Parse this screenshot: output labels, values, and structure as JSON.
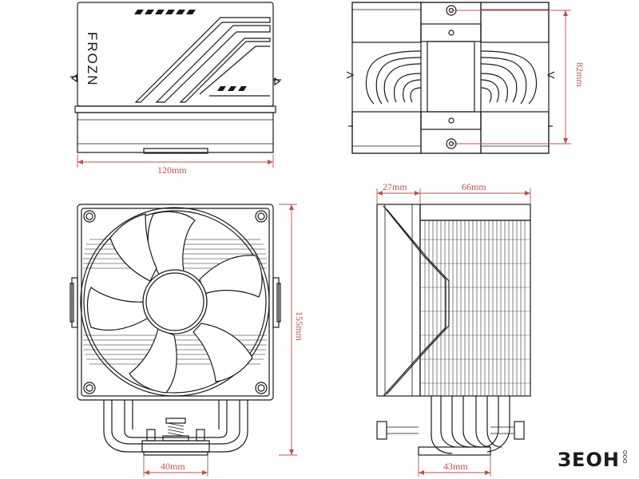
{
  "colors": {
    "line": "#1a1a1a",
    "dimension": "#c0504d",
    "background": "#ffffff",
    "brand": "#1a1a1a"
  },
  "views": {
    "top_left": {
      "brand_text": "FROZN",
      "width_label": "120mm"
    },
    "top_right": {
      "height_label": "82mm"
    },
    "front": {
      "height_label": "155mm",
      "base_width_label": "40mm"
    },
    "side": {
      "fan_depth_label": "27mm",
      "heatsink_depth_label": "66mm",
      "base_width_label": "43mm"
    }
  },
  "logo": {
    "text": "ЗЕОН",
    "sub_text": "ООО"
  }
}
